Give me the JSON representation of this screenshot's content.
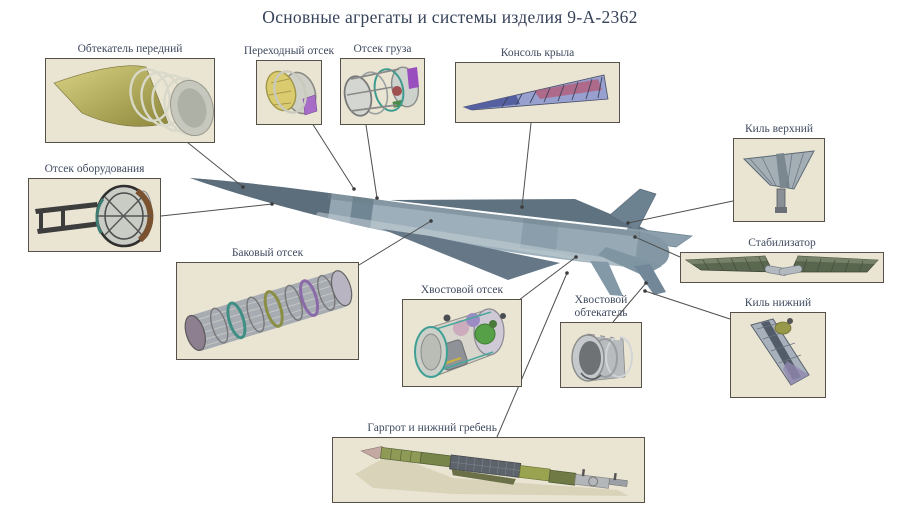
{
  "title": "Основные агрегаты и системы изделия 9-А-2362",
  "colors": {
    "background": "#ffffff",
    "inset_background": "#eae5d3",
    "inset_border": "#555149",
    "label_text": "#3e4a5e",
    "title_text": "#36425a",
    "leader_line": "#4f4f4f",
    "missile_light": "#9fb1bd",
    "missile_dark": "#5c6d7b"
  },
  "components": {
    "front_fairing": {
      "label": "Обтекатель передний"
    },
    "transition_bay": {
      "label": "Переходный отсек"
    },
    "cargo_bay": {
      "label": "Отсек груза"
    },
    "wing_console": {
      "label": "Консоль крыла"
    },
    "upper_fin": {
      "label": "Киль верхний"
    },
    "equipment_bay": {
      "label": "Отсек оборудования"
    },
    "stabilizer": {
      "label": "Стабилизатор"
    },
    "fuel_tank_bay": {
      "label": "Баковый отсек"
    },
    "tail_bay": {
      "label": "Хвостовой отсек"
    },
    "tail_fairing": {
      "label": "Хвостовой обтекатель"
    },
    "lower_fin": {
      "label": "Киль нижний"
    },
    "gargrot": {
      "label": "Гаргрот и нижний гребень"
    }
  }
}
